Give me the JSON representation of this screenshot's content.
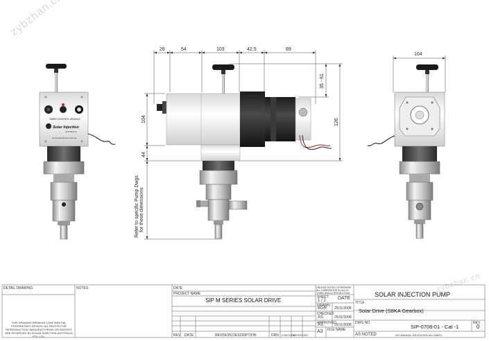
{
  "watermarks": [
    "zybzhan.cn",
    "zybzhan.cn"
  ],
  "dimensions": {
    "d26": "26",
    "d54": "54",
    "d103": "103",
    "d42_5": "42.5",
    "d89": "89",
    "d104_top_right": "104",
    "d35_61": "35 - 61",
    "d126": "126",
    "d104_left": "104",
    "d44": "44"
  },
  "side_note": [
    "Refer to specific Pump Dwgs",
    "for these dimensions"
  ],
  "panel_labels": {
    "module": "TIMER CONTROL MODULE",
    "brand": "Solar Injection",
    "country": "AUSTRALIA",
    "web": "www.solarinjection.com.au"
  },
  "title_block": {
    "left_heading_1": "DETAIL DRAWING",
    "left_heading_2": "NOTES",
    "copyright_text": "THIS DRAWING REMAINS CONFIDENTIAL PROPRIETARY DESIGN, ALL RIGHTS FOR REPRODUCTION, MANUFACTURING OR PATENTS ARE RESERVED BY SOLAR INJECTION AUSTRALIA PTY. LTD.",
    "date_label": "DATE",
    "project_label": "PROJECT NAME",
    "project_name": "SIP M SERIES SOLAR DRIVE",
    "notes_small": "UNLESS NOTED OTHERWISE ALL DIMENSIONS IN mm ±0 THIRD ANGLE PROJECTION",
    "sheet_label": "SHEET",
    "sheet_value": "1 / 2",
    "date_col": "DATE",
    "drawn_label": "DRAWN",
    "drawn_value": "BGR",
    "drawn_date": "25/11/2008",
    "checked_label": "CHECKED",
    "checked_value": "AS",
    "checked_date": "25/11/2008",
    "approved_label": "APPROVED",
    "approved_value": "AS",
    "approved_date": "25/11/2008",
    "file_label": "FILE NAME",
    "size_value": "A3",
    "scale_value": "AS NOTED",
    "title_main": "SOLAR INJECTION PUMP",
    "title_label": "TITLE",
    "title_sub": "Solar Drive (S8KA Gearbox)",
    "dwg_label": "DWG NO",
    "dwg_no": "SIP-0708-01 - Cat -1",
    "rev_label": "REV",
    "rev_value": "0",
    "revision_notice": "NO MANUAL REVISIONS ALLOWED",
    "rev_headers": [
      "REV",
      "DATE",
      "REVISION DESCRIPTION",
      "DRN",
      "CHECKED",
      "APPROVED"
    ]
  }
}
